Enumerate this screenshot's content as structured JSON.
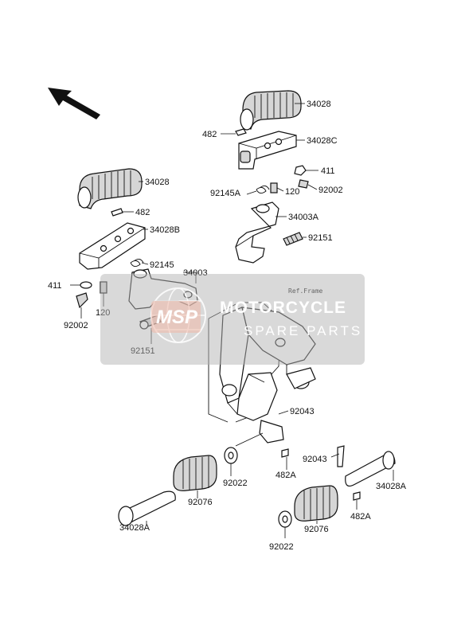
{
  "diagram": {
    "frame_ref_label": "Ref.Frame",
    "labels": {
      "p34028_top": "34028",
      "p482_top": "482",
      "p34028C": "34028C",
      "p411_right": "411",
      "p92002_right": "92002",
      "p92145A": "92145A",
      "p120_right": "120",
      "p34003A": "34003A",
      "p92151_right": "92151",
      "p34028_left": "34028",
      "p482_left": "482",
      "p34028B": "34028B",
      "p92145": "92145",
      "p34003": "34003",
      "p411_left": "411",
      "p120_left": "120",
      "p92002_left": "92002",
      "p92151_left": "92151",
      "p92043_center": "92043",
      "p92043_right": "92043",
      "p482A_center": "482A",
      "p92022_left": "92022",
      "p92076_left": "92076",
      "p34028A_left": "34028A",
      "p34028A_right": "34028A",
      "p482A_right": "482A",
      "p92076_right": "92076",
      "p92022_bottom": "92022"
    }
  },
  "watermark": {
    "logo_text": "MSP",
    "title": "MOTORCYCLE",
    "subtitle": "SPARE PARTS"
  },
  "colors": {
    "line": "#111111",
    "watermark_band": "#b4b4b4",
    "watermark_text": "#ffffff"
  }
}
